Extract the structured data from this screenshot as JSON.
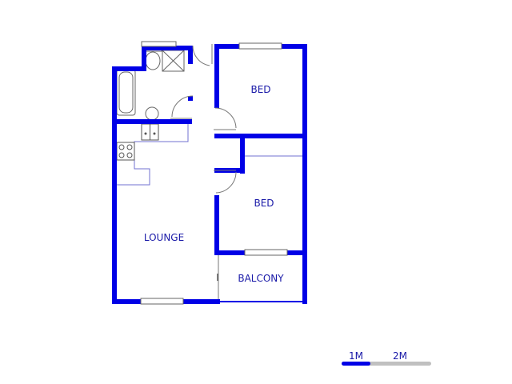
{
  "rooms": {
    "bed1": "BED",
    "bed2": "BED",
    "lounge": "LOUNGE",
    "balcony": "BALCONY"
  },
  "scale": {
    "label1": "1M",
    "label2": "2M"
  },
  "colors": {
    "wall": "#0000e6",
    "text": "#1a1aa8",
    "scale_grey": "#c0c0c0"
  }
}
